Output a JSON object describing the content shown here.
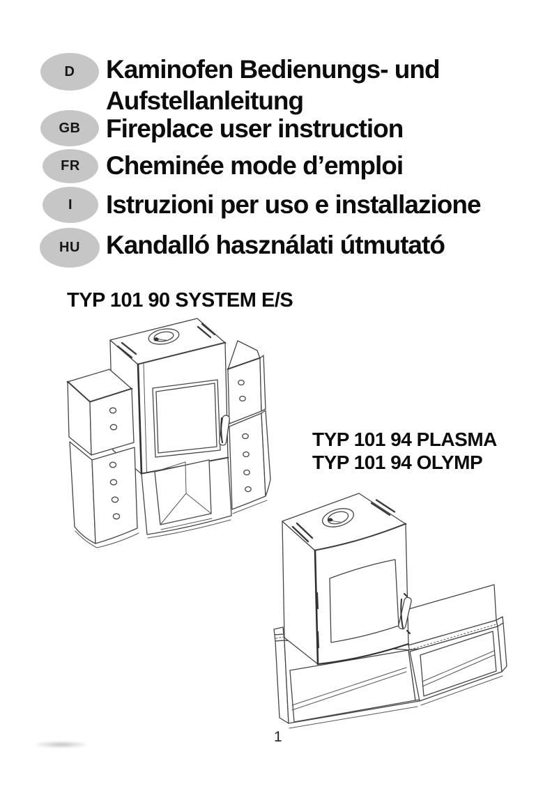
{
  "titles": {
    "d_badge": "D",
    "d_line1": "Kaminofen Bedienungs- und",
    "d_line2": "Aufstellanleitung",
    "gb_badge": "GB",
    "gb_text": "Fireplace user instruction",
    "fr_badge": "FR",
    "fr_text": "Cheminée mode d’emploi",
    "i_badge": "I",
    "i_text": "Istruzioni per uso e installazione",
    "hu_badge": "HU",
    "hu_text": "Kandalló használati útmutató"
  },
  "models": {
    "system": "TYP 101 90 SYSTEM E/S",
    "plasma": "TYP 101 94 PLASMA",
    "olymp": "TYP 101 94 OLYMP"
  },
  "page_number": "1",
  "colors": {
    "badge_background": "#c6c6c6",
    "text": "#0c0c0c",
    "line_art": "#454545"
  }
}
